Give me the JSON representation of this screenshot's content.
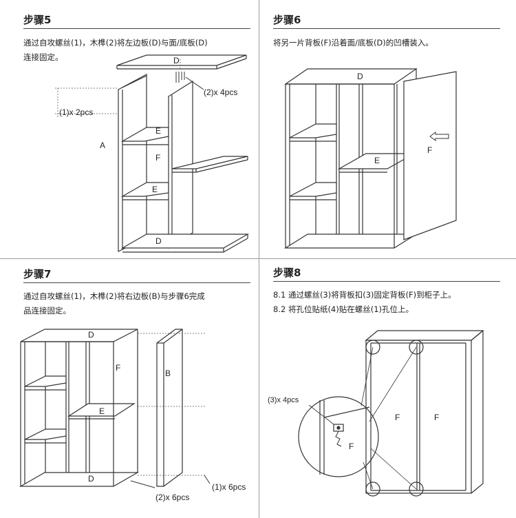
{
  "steps": [
    {
      "title": "步骤5",
      "desc": "通过自攻螺丝(1)，木榫(2)将左边板(D)与面/底板(D)\n连接固定。",
      "labels": {
        "top": "D",
        "a": "A",
        "e1": "E",
        "f": "F",
        "e2": "E",
        "bottom": "D",
        "dowels": "(2)x 4pcs",
        "screws": "(1)x 2pcs"
      }
    },
    {
      "title": "步骤6",
      "desc": "将另一片背板(F)沿着面/底板(D)的凹槽装入。",
      "labels": {
        "top": "D",
        "e": "E",
        "f": "F"
      }
    },
    {
      "title": "步骤7",
      "desc": "通过自攻螺丝(1)，木榫(2)将右边板(B)与步骤6完成\n品连接固定。",
      "labels": {
        "top": "D",
        "f": "F",
        "e": "E",
        "b": "B",
        "bottom": "D",
        "dowels": "(2)x 6pcs",
        "screws": "(1)x 6pcs"
      }
    },
    {
      "title": "步骤8",
      "desc": "8.1 通过螺丝(3)将背板扣(3)固定背板(F)到柜子上。\n8.2 将孔位贴纸(4)贴在螺丝(1)孔位上。",
      "labels": {
        "clips": "(3)x 4pcs",
        "f_zoom": "F",
        "f1": "F",
        "f2": "F"
      }
    }
  ]
}
